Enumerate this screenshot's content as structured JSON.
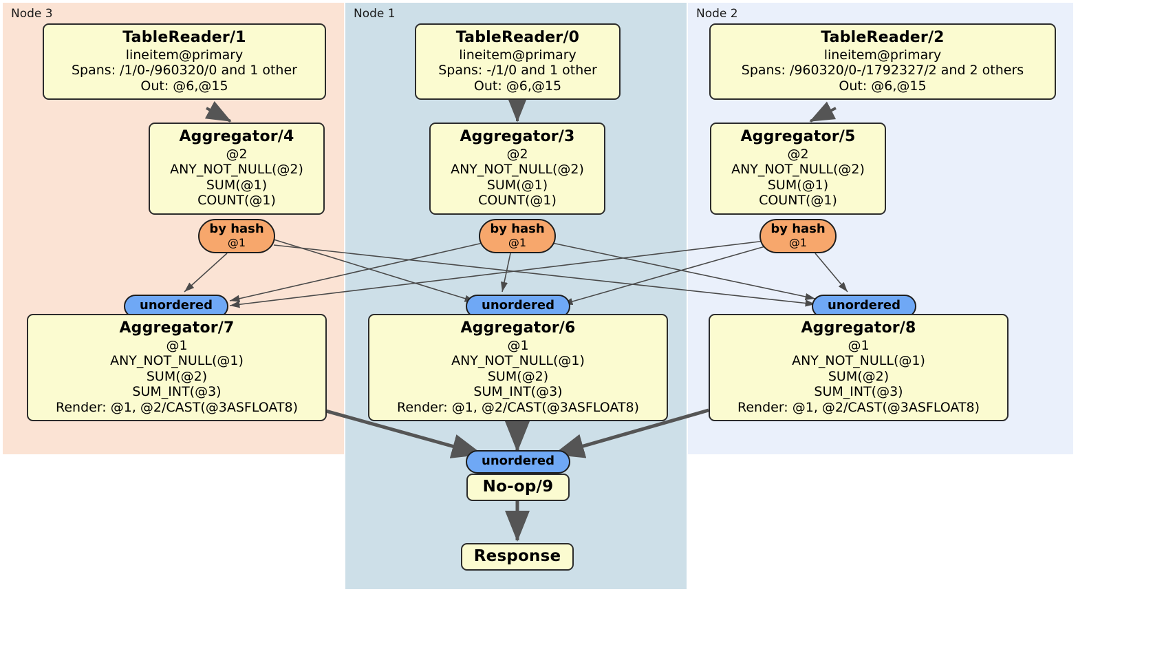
{
  "diagram": {
    "type": "distributed-query-plan",
    "colors": {
      "node3_bg": "#fbe3d4",
      "node1_bg": "#cddfe8",
      "node2_bg": "#eaf0fb",
      "box_bg": "#fbfbd0",
      "box_border": "#2b2b2b",
      "hash_pill_bg": "#f7a76c",
      "unordered_pill_bg": "#6fa8f5",
      "edge": "#4a4a4a"
    },
    "regions": [
      {
        "id": "node3",
        "label": "Node 3"
      },
      {
        "id": "node1",
        "label": "Node 1"
      },
      {
        "id": "node2",
        "label": "Node 2"
      }
    ],
    "nodes": {
      "tablereader1": {
        "title": "TableReader/1",
        "lines": [
          "lineitem@primary",
          "Spans: /1/0-/960320/0 and 1 other",
          "Out: @6,@15"
        ]
      },
      "tablereader0": {
        "title": "TableReader/0",
        "lines": [
          "lineitem@primary",
          "Spans: -/1/0 and 1 other",
          "Out: @6,@15"
        ]
      },
      "tablereader2": {
        "title": "TableReader/2",
        "lines": [
          "lineitem@primary",
          "Spans: /960320/0-/1792327/2 and 2 others",
          "Out: @6,@15"
        ]
      },
      "aggregator4": {
        "title": "Aggregator/4",
        "lines": [
          "@2",
          "ANY_NOT_NULL(@2)",
          "SUM(@1)",
          "COUNT(@1)"
        ]
      },
      "aggregator3": {
        "title": "Aggregator/3",
        "lines": [
          "@2",
          "ANY_NOT_NULL(@2)",
          "SUM(@1)",
          "COUNT(@1)"
        ]
      },
      "aggregator5": {
        "title": "Aggregator/5",
        "lines": [
          "@2",
          "ANY_NOT_NULL(@2)",
          "SUM(@1)",
          "COUNT(@1)"
        ]
      },
      "aggregator7": {
        "title": "Aggregator/7",
        "lines": [
          "@1",
          "ANY_NOT_NULL(@1)",
          "SUM(@2)",
          "SUM_INT(@3)",
          "Render: @1, @2/CAST(@3ASFLOAT8)"
        ]
      },
      "aggregator6": {
        "title": "Aggregator/6",
        "lines": [
          "@1",
          "ANY_NOT_NULL(@1)",
          "SUM(@2)",
          "SUM_INT(@3)",
          "Render: @1, @2/CAST(@3ASFLOAT8)"
        ]
      },
      "aggregator8": {
        "title": "Aggregator/8",
        "lines": [
          "@1",
          "ANY_NOT_NULL(@1)",
          "SUM(@2)",
          "SUM_INT(@3)",
          "Render: @1, @2/CAST(@3ASFLOAT8)"
        ]
      },
      "noop9": {
        "title": "No-op/9"
      },
      "response": {
        "title": "Response"
      }
    },
    "pills": {
      "hash_left": {
        "label": "by hash",
        "sub": "@1"
      },
      "hash_center": {
        "label": "by hash",
        "sub": "@1"
      },
      "hash_right": {
        "label": "by hash",
        "sub": "@1"
      },
      "unordered_left": {
        "label": "unordered"
      },
      "unordered_center": {
        "label": "unordered"
      },
      "unordered_right": {
        "label": "unordered"
      },
      "unordered_final": {
        "label": "unordered"
      }
    }
  }
}
